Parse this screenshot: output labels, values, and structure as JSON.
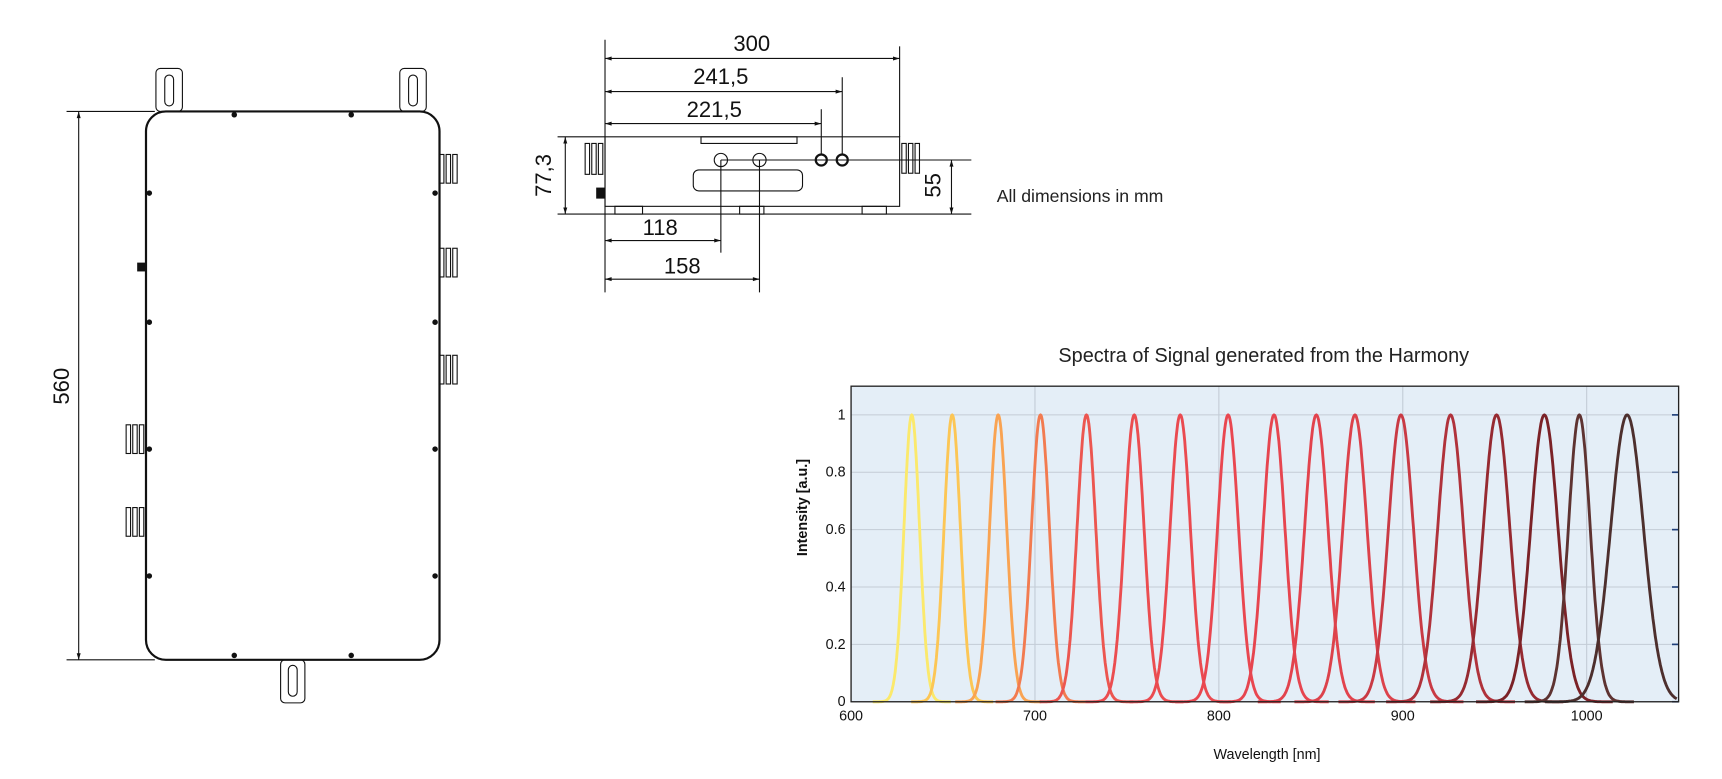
{
  "drawing": {
    "top_view": {
      "height_label": "560"
    },
    "side_view": {
      "width_label": "300",
      "port2_label": "241,5",
      "port1_label": "221,5",
      "height_label": "77,3",
      "port_height_label": "55",
      "output1_label": "118",
      "output2_label": "158"
    },
    "note": "All dimensions in mm"
  },
  "chart_data": {
    "type": "line",
    "title": "Spectra of Signal generated from the Harmony",
    "xlabel": "Wavelength [nm]",
    "ylabel": "Intensity [a.u.]",
    "xlim": [
      600,
      1050
    ],
    "ylim": [
      0,
      1.1
    ],
    "xticks": [
      "600",
      "700",
      "800",
      "900",
      "1000"
    ],
    "yticks": [
      "0",
      "0.2",
      "0.4",
      "0.6",
      "0.8",
      "1"
    ],
    "grid": true,
    "background": "#e4eef7",
    "series": [
      {
        "name": "peak 633",
        "center_nm": 633,
        "fwhm_nm": 10,
        "color": "#fbe96c"
      },
      {
        "name": "peak 655",
        "center_nm": 655,
        "fwhm_nm": 10.5,
        "color": "#fcc655"
      },
      {
        "name": "peak 680",
        "center_nm": 680,
        "fwhm_nm": 11,
        "color": "#f9a352"
      },
      {
        "name": "peak 703",
        "center_nm": 703,
        "fwhm_nm": 11.5,
        "color": "#f27b50"
      },
      {
        "name": "peak 728",
        "center_nm": 728,
        "fwhm_nm": 12,
        "color": "#ec5650"
      },
      {
        "name": "peak 754",
        "center_nm": 754,
        "fwhm_nm": 12.5,
        "color": "#eb4d50"
      },
      {
        "name": "peak 779",
        "center_nm": 779,
        "fwhm_nm": 13,
        "color": "#ea4a50"
      },
      {
        "name": "peak 805",
        "center_nm": 805,
        "fwhm_nm": 13.5,
        "color": "#e94750"
      },
      {
        "name": "peak 830",
        "center_nm": 830,
        "fwhm_nm": 14,
        "color": "#e6454f"
      },
      {
        "name": "peak 853",
        "center_nm": 853,
        "fwhm_nm": 15,
        "color": "#e2434d"
      },
      {
        "name": "peak 874",
        "center_nm": 874,
        "fwhm_nm": 15.5,
        "color": "#dc424b"
      },
      {
        "name": "peak 899",
        "center_nm": 899,
        "fwhm_nm": 16,
        "color": "#c93a44"
      },
      {
        "name": "peak 926",
        "center_nm": 926,
        "fwhm_nm": 16.5,
        "color": "#b0323b"
      },
      {
        "name": "peak 951",
        "center_nm": 951,
        "fwhm_nm": 17,
        "color": "#962a31"
      },
      {
        "name": "peak 977",
        "center_nm": 977,
        "fwhm_nm": 17.5,
        "color": "#7b2227"
      },
      {
        "name": "peak 996",
        "center_nm": 996,
        "fwhm_nm": 14,
        "color": "#5e3331"
      },
      {
        "name": "peak 1022",
        "center_nm": 1022,
        "fwhm_nm": 21,
        "color": "#4d2f2d"
      }
    ]
  }
}
